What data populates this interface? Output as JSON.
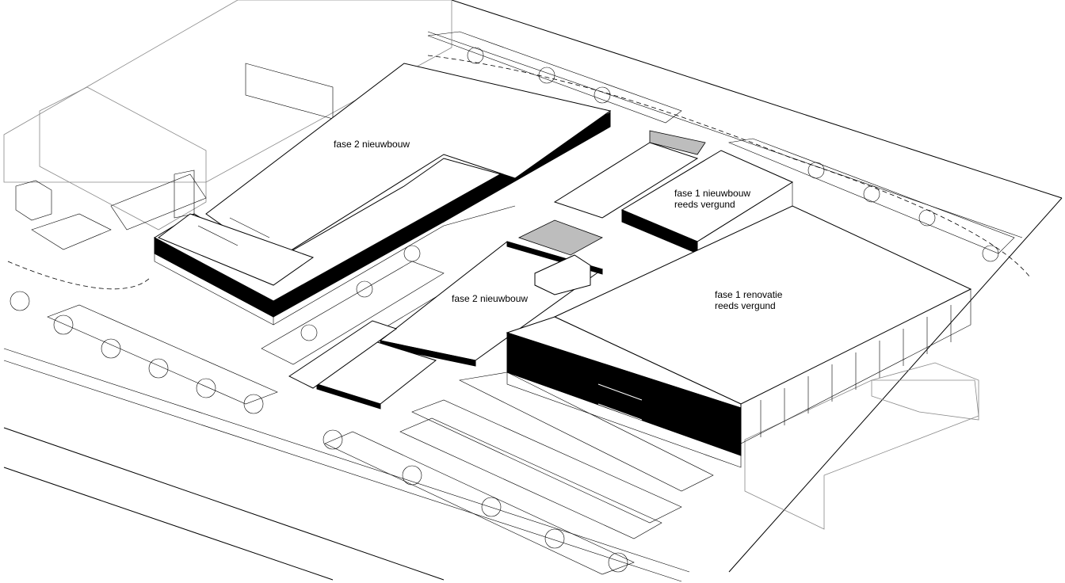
{
  "labels": {
    "phase2_north": "fase 2 nieuwbouw",
    "phase1_new_line1": "fase 1 nieuwbouw",
    "phase1_new_line2": "reeds vergund",
    "phase2_center": "fase 2 nieuwbouw",
    "phase1_reno_line1": "fase 1 renovatie",
    "phase1_reno_line2": "reeds vergund"
  }
}
